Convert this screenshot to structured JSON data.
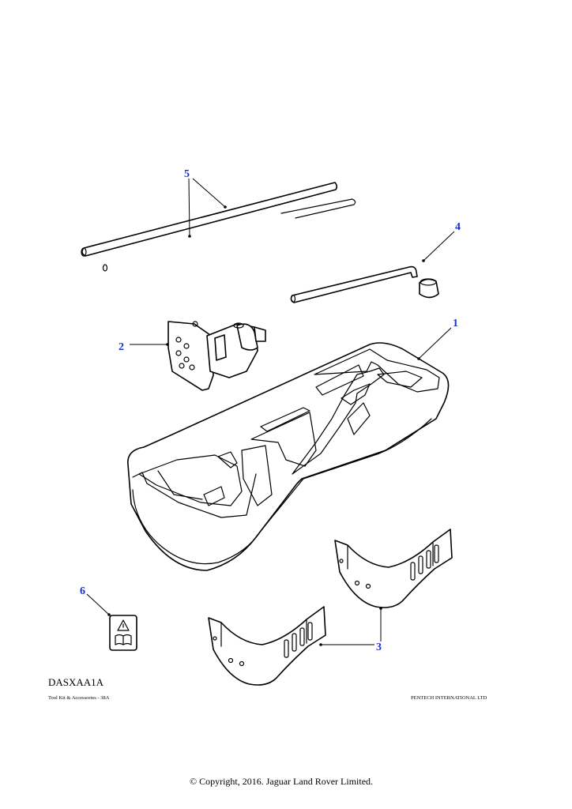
{
  "diagram": {
    "callouts": {
      "c1": "1",
      "c2": "2",
      "c3": "3",
      "c4": "4",
      "c5": "5",
      "c6": "6"
    },
    "drawing_code": "DASXAA1A",
    "caption_left": "Tool Kit & Accessories - 38A",
    "caption_right": "PENTECH INTERNATIONAL LTD",
    "copyright": "© Copyright, 2016. Jaguar Land Rover Limited.",
    "callout_color": "#1a32c8"
  }
}
